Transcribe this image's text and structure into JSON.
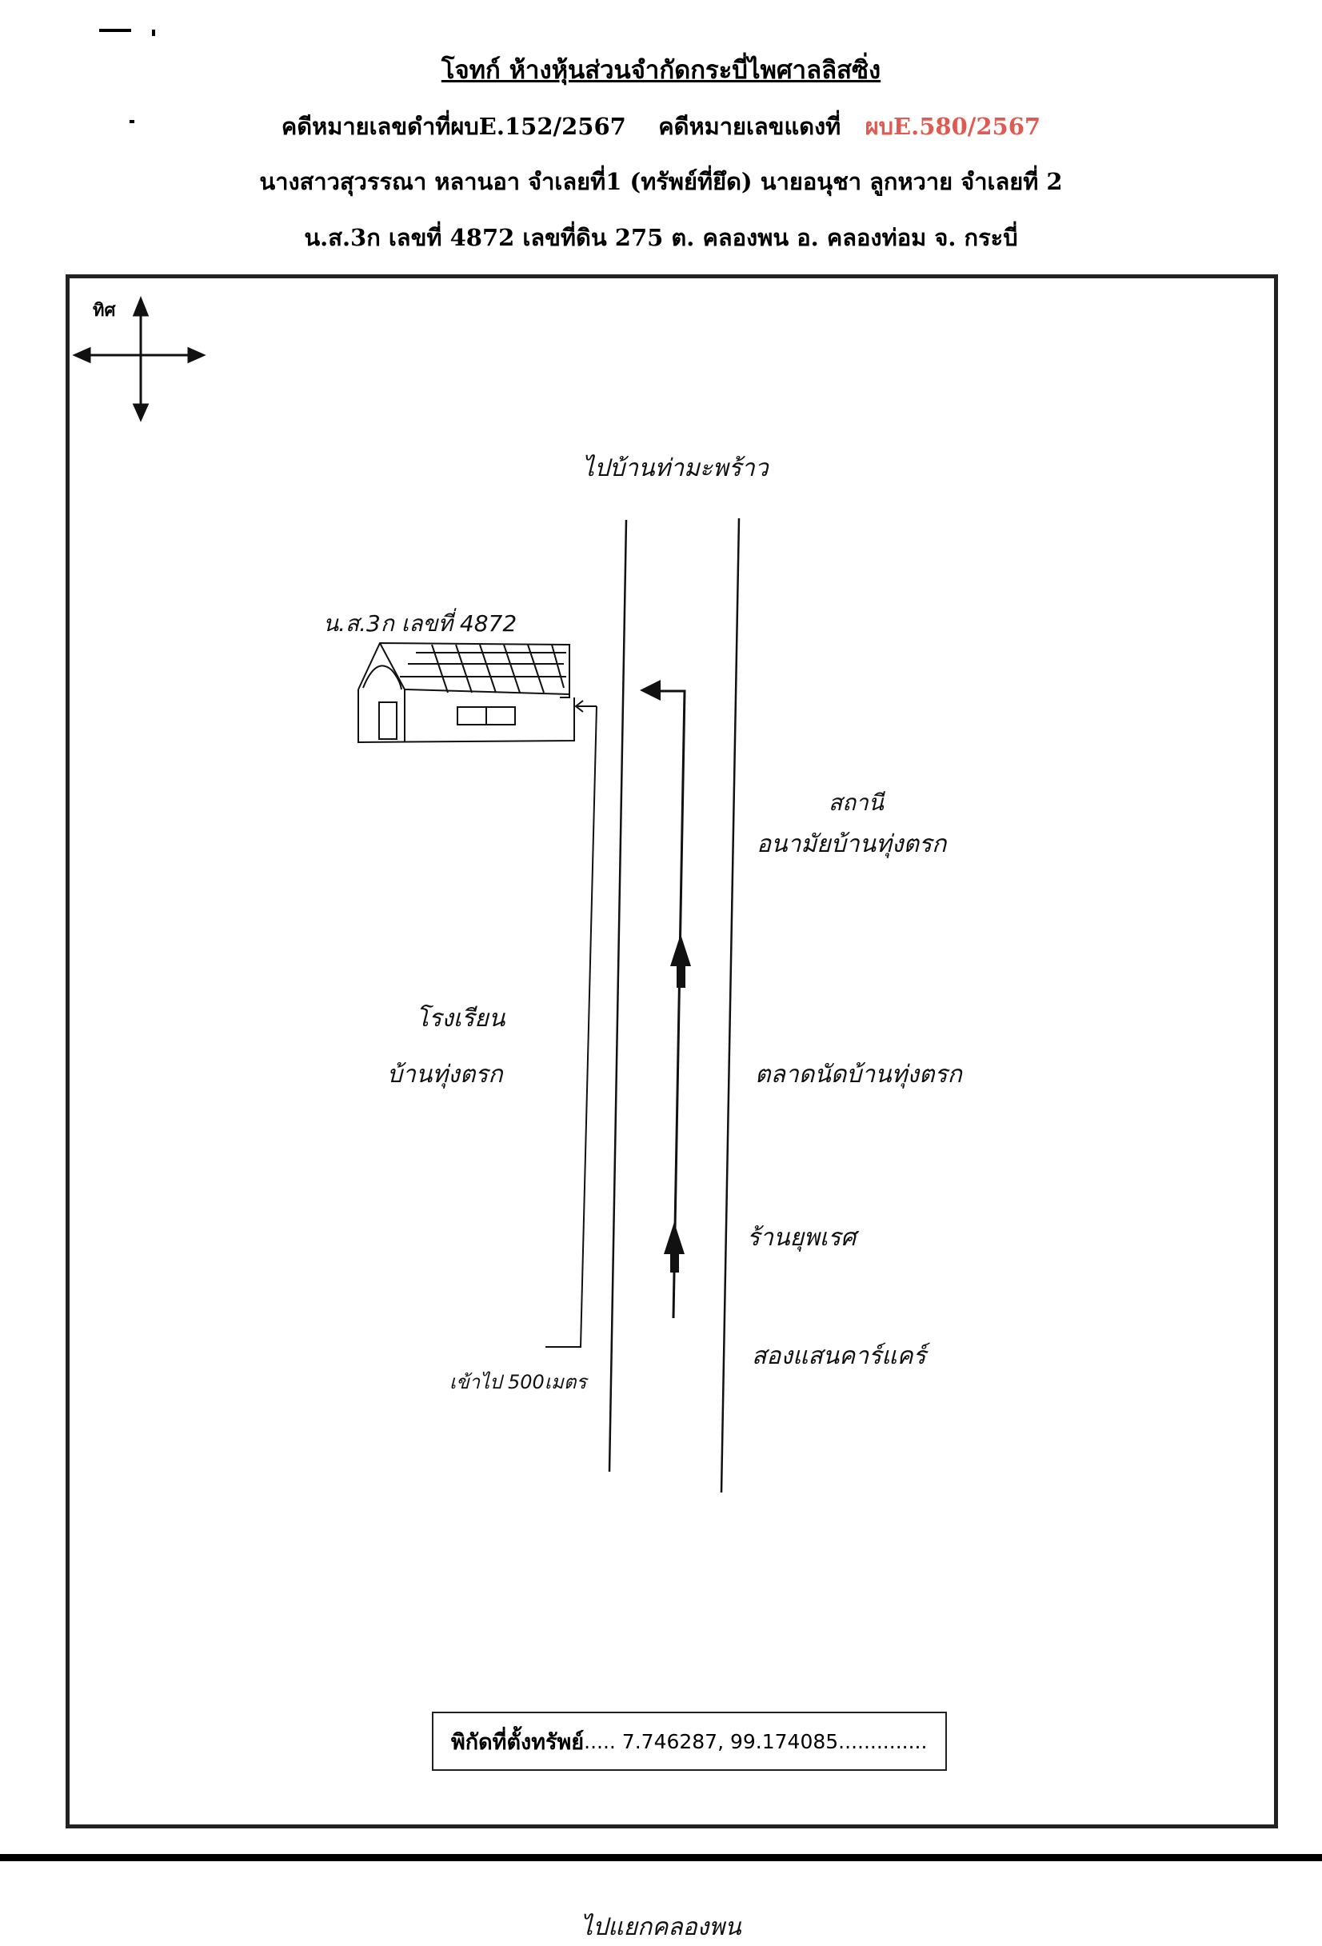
{
  "header": {
    "title": "โจทก์  ห้างหุ้นส่วนจำกัดกระบี่ไพศาลลิสซิ่ง",
    "case_black_label": "คดีหมายเลขดำที่ผบE.152/2567",
    "case_red_label": "คดีหมายเลขแดงที่",
    "case_red_number": "ผบE.580/2567",
    "parties": "นางสาวสุวรรณา  หลานอา  จำเลยที่1 (ทรัพย์ที่ยึด) นายอนุชา ลูกหวาย  จำเลยที่ 2",
    "land": "น.ส.3ก เลขที่ 4872  เลขที่ดิน  275  ต. คลองพน  อ. คลองท่อม  จ. กระบี่"
  },
  "map": {
    "compass_label": "ทิศ",
    "road_north": "ไปบ้านท่ามะพร้าว",
    "road_south": "ไปแยกคลองพน",
    "property_label": "น.ส.3ก เลขที่ 4872",
    "left_landmarks": [
      "โรงเรียน",
      "บ้านทุ่งตรก"
    ],
    "entry_note": "เข้าไป 500เมตร",
    "right_landmarks": [
      "สถานี",
      "อนามัยบ้านทุ่งตรก",
      "ตลาดนัดบ้านทุ่งตรก",
      "ร้านยุพเรศ",
      "สองแสนคาร์แคร์"
    ]
  },
  "coordinates": {
    "label": "พิกัดที่ตั้งทรัพย์",
    "value": "..... 7.746287, 99.174085.............."
  },
  "colors": {
    "ink": "#111111",
    "case_red": "#e05a52",
    "frame": "#222222"
  }
}
